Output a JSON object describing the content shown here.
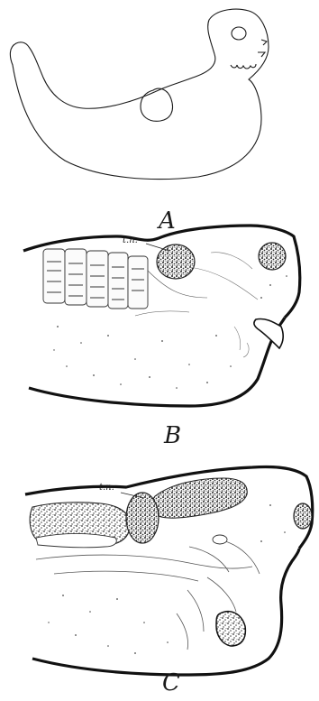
{
  "figures": [
    {
      "label": "A"
    },
    {
      "label": "B",
      "annotation": "t.n."
    },
    {
      "label": "C",
      "annotation": "t.n."
    }
  ],
  "colors": {
    "ink": "#1a1a1a",
    "paper": "#ffffff"
  }
}
